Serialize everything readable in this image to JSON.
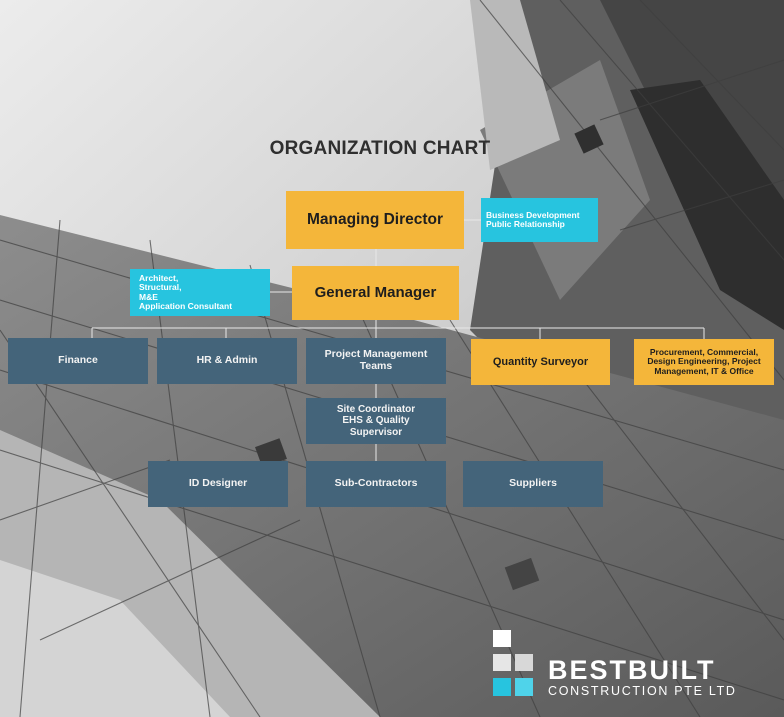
{
  "title": "ORGANIZATION CHART",
  "nodes": {
    "managing_director": "Managing Director",
    "general_manager": "General Manager",
    "bizdev": [
      "Business Development",
      "Public Relationship"
    ],
    "consultants": [
      "Architect,",
      "Structural,",
      "M&E",
      "Application Consultant"
    ],
    "finance": "Finance",
    "hr_admin": "HR & Admin",
    "pm_teams": [
      "Project Management",
      "Teams"
    ],
    "quantity_surveyor": "Quantity Surveyor",
    "procurement": [
      "Procurement,  Commercial,",
      "Design Engineering, Project",
      "Management, IT & Office"
    ],
    "site_coord": [
      "Site Coordinator",
      "EHS & Quality",
      "Supervisor"
    ],
    "id_designer": "ID Designer",
    "sub_contractors": "Sub-Contractors",
    "suppliers": "Suppliers"
  },
  "logo": {
    "name": "BESTBUILT",
    "sub": "CONSTRUCTION PTE LTD"
  },
  "colors": {
    "orange": "#f4b63a",
    "blue": "#44647a",
    "cyan": "#27c4df"
  }
}
